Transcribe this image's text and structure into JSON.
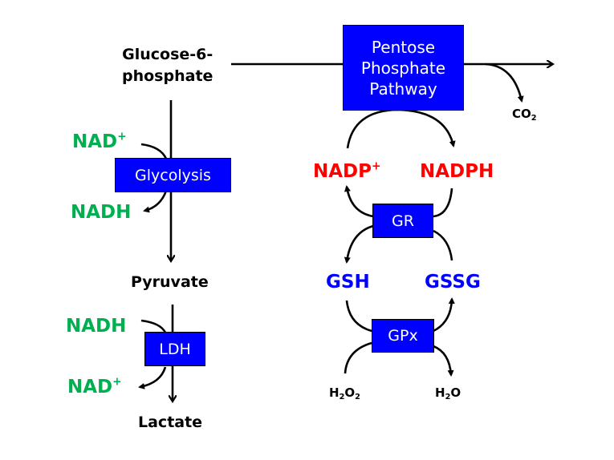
{
  "metabolites": {
    "glucose6p_line1": "Glucose-6-",
    "glucose6p_line2": "phosphate",
    "pyruvate": "Pyruvate",
    "lactate": "Lactate",
    "co2_main": "CO",
    "co2_sub": "2",
    "h2o2_h": "H",
    "h2o2_sub1": "2",
    "h2o2_o": "O",
    "h2o2_sub2": "2",
    "h2o_h": "H",
    "h2o_sub": "2",
    "h2o_o": "O"
  },
  "cofactors": {
    "glycolysis_in": "NAD",
    "glycolysis_in_sup": "+",
    "glycolysis_out": "NADH",
    "ldh_in": "NADH",
    "ldh_out": "NAD",
    "ldh_out_sup": "+",
    "nadp": "NADP",
    "nadp_sup": "+",
    "nadph": "NADPH",
    "gsh": "GSH",
    "gssg": "GSSG"
  },
  "enzymes": {
    "ppp_line1": "Pentose",
    "ppp_line2": "Phosphate",
    "ppp_line3": "Pathway",
    "glycolysis": "Glycolysis",
    "ldh": "LDH",
    "gr": "GR",
    "gpx": "GPx"
  },
  "colors": {
    "enzyme_box": "#0000ff",
    "nad_green": "#00b050",
    "nadp_red": "#ff0000",
    "glutathione_blue": "#0000ff"
  }
}
